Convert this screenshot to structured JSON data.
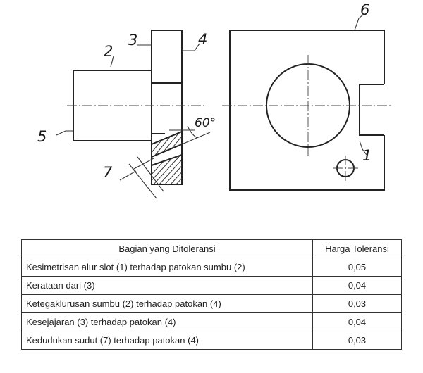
{
  "labels": {
    "l1": "1",
    "l2": "2",
    "l3": "3",
    "l4": "4",
    "l5": "5",
    "l6": "6",
    "l7": "7",
    "angle": "60°"
  },
  "table": {
    "headers": [
      "Bagian yang Ditoleransi",
      "Harga Toleransi"
    ],
    "rows": [
      [
        "Kesimetrisan alur slot (1) terhadap patokan sumbu (2)",
        "0,05"
      ],
      [
        "Kerataan dari (3)",
        "0,04"
      ],
      [
        "Ketegaklurusan sumbu (2) terhadap patokan (4)",
        "0,03"
      ],
      [
        "Kesejajaran (3) terhadap patokan (4)",
        "0,04"
      ],
      [
        "Kedudukan sudut (7) terhadap patokan (4)",
        "0,03"
      ]
    ]
  }
}
